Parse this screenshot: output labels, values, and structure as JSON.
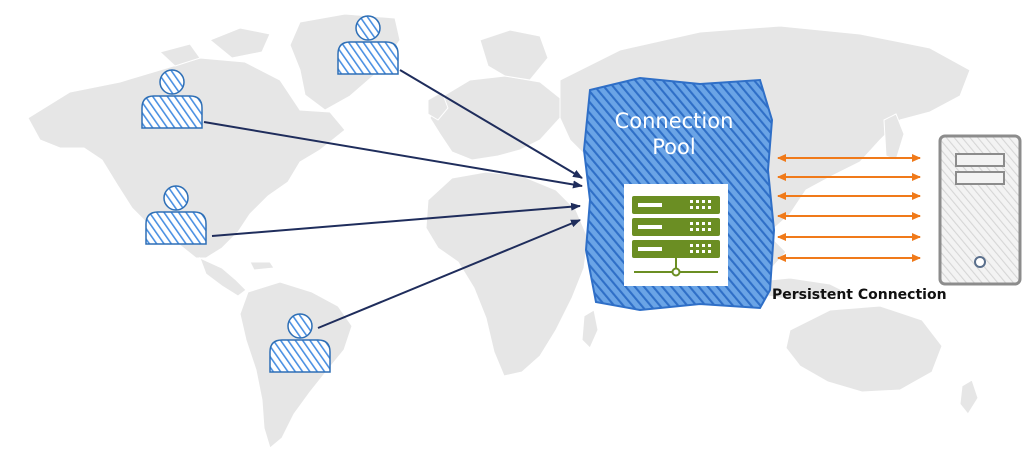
{
  "pool": {
    "title_line1": "Connection",
    "title_line2": "Pool"
  },
  "labels": {
    "persistent": "Persistent Connection"
  },
  "colors": {
    "map": "#e6e6e6",
    "user": "#4a90e2",
    "user_outline": "#2f6fb5",
    "client_arrow": "#1f2d5c",
    "pool_fill": "#3a7fd5",
    "server_icon": "#6b8e23",
    "persistent_arrow": "#f07a1a",
    "database": "#9a9a9a"
  },
  "icons": [
    "user-icon",
    "server-rack-icon",
    "database-server-icon",
    "world-map"
  ]
}
